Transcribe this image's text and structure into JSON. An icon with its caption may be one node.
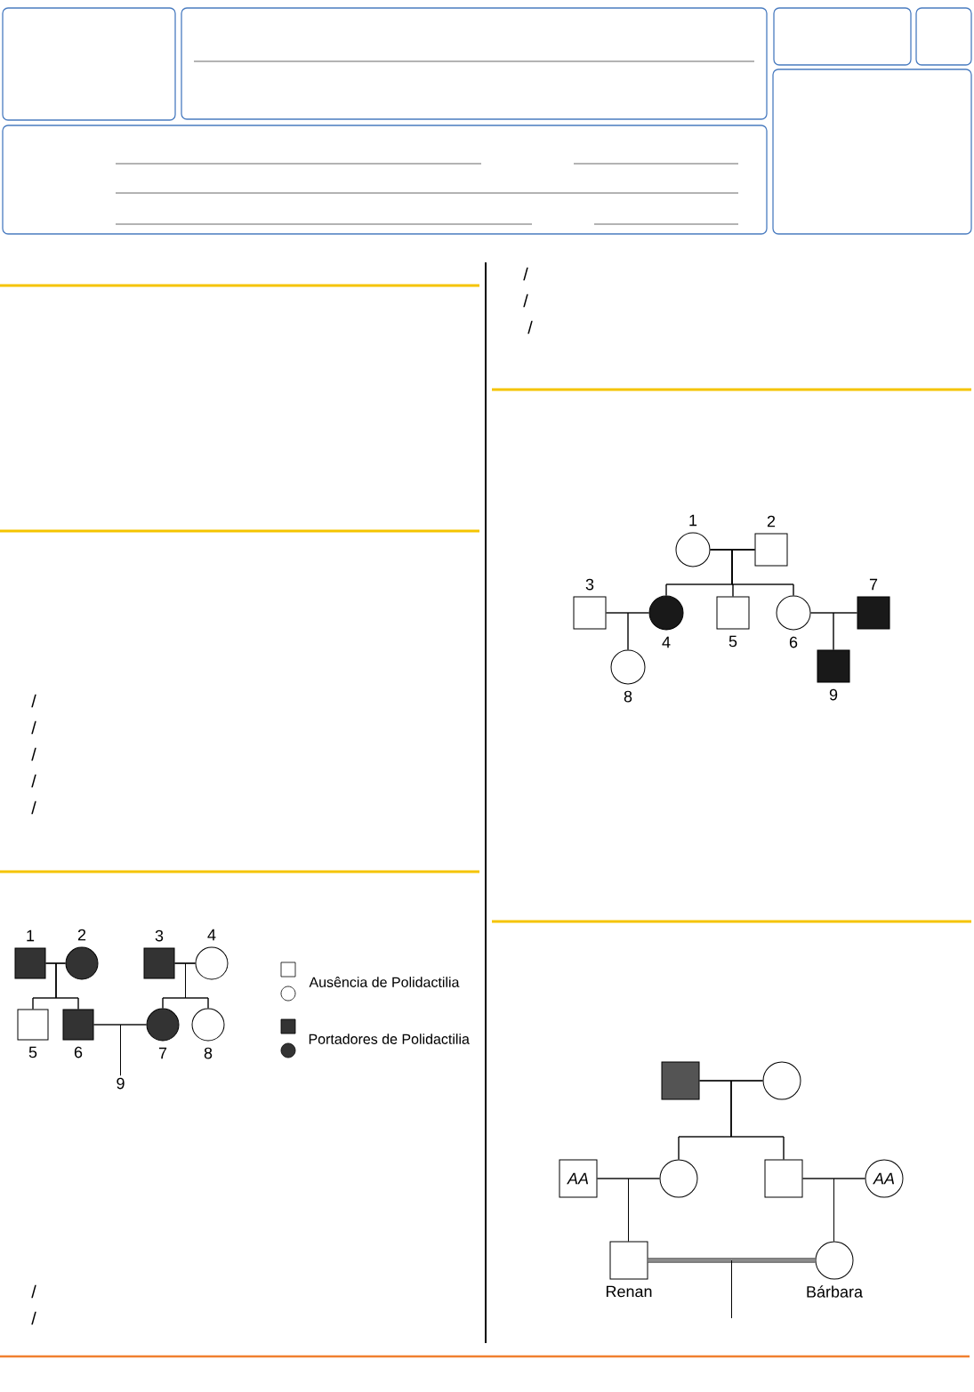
{
  "diagram": {
    "nodes": [
      {
        "text": [],
        "shape": "box",
        "beside": [
          "1"
        ]
      },
      {
        "text": [],
        "shape": "circle",
        "beside": [
          "2"
        ]
      },
      {
        "text": [],
        "shape": "box",
        "beside": [
          "3"
        ]
      },
      {
        "text": [],
        "shape": "circle",
        "beside": [
          "4"
        ]
      },
      {
        "text": [],
        "shape": "box",
        "beside": [
          "5"
        ]
      },
      {
        "text": [],
        "shape": "box",
        "beside": [
          "6"
        ]
      },
      {
        "text": [],
        "shape": "circle",
        "beside": [
          "7"
        ]
      },
      {
        "text": [],
        "shape": "circle",
        "beside": [
          "8"
        ]
      },
      {
        "text": [
          "9"
        ]
      },
      {
        "text": [],
        "shape": "circle",
        "beside": [
          "1"
        ]
      },
      {
        "text": [],
        "shape": "box",
        "beside": [
          "2"
        ]
      },
      {
        "text": [],
        "shape": "box",
        "beside": [
          "3"
        ]
      },
      {
        "text": [],
        "shape": "circle",
        "beside": [
          "4"
        ]
      },
      {
        "text": [],
        "shape": "box",
        "beside": [
          "5"
        ]
      },
      {
        "text": [],
        "shape": "circle",
        "beside": [
          "6"
        ]
      },
      {
        "text": [],
        "shape": "box",
        "beside": [
          "7"
        ]
      },
      {
        "text": [],
        "shape": "circle",
        "beside": [
          "8"
        ]
      },
      {
        "text": [],
        "shape": "box",
        "beside": [
          "9"
        ]
      },
      {
        "text": [],
        "shape": "box"
      },
      {
        "text": [],
        "shape": "circle"
      },
      {
        "text": [
          "AA"
        ]
      },
      {
        "text": [],
        "shape": "circle"
      },
      {
        "text": [],
        "shape": "box"
      },
      {
        "text": [
          "AA"
        ]
      },
      {
        "text": [],
        "shape": "box",
        "beside": [
          "Renan"
        ]
      },
      {
        "text": [],
        "shape": "circle",
        "beside": [
          "Bárbara"
        ]
      }
    ],
    "edges": [
      {
        "from": 0,
        "to": 1,
        "arrow": "none"
      },
      {
        "from": 0,
        "to": 4,
        "arrow": "none"
      },
      {
        "from": 1,
        "to": 4,
        "arrow": "none"
      },
      {
        "from": 0,
        "to": 5,
        "arrow": "none"
      },
      {
        "from": 1,
        "to": 5,
        "arrow": "none"
      },
      {
        "from": 2,
        "to": 3,
        "arrow": "none"
      },
      {
        "from": 2,
        "to": 6,
        "arrow": "none"
      },
      {
        "from": 3,
        "to": 6,
        "arrow": "none"
      },
      {
        "from": 2,
        "to": 7,
        "arrow": "none"
      },
      {
        "from": 3,
        "to": 7,
        "arrow": "none"
      },
      {
        "from": 5,
        "to": 6,
        "arrow": "none"
      },
      {
        "from": 5,
        "to": 8,
        "arrow": "none"
      },
      {
        "from": 6,
        "to": 8,
        "arrow": "none"
      },
      {
        "from": 9,
        "to": 10,
        "arrow": "none"
      },
      {
        "from": 9,
        "to": 12,
        "arrow": "none"
      },
      {
        "from": 10,
        "to": 12,
        "arrow": "none"
      },
      {
        "from": 9,
        "to": 13,
        "arrow": "none"
      },
      {
        "from": 10,
        "to": 13,
        "arrow": "none"
      },
      {
        "from": 9,
        "to": 14,
        "arrow": "none"
      },
      {
        "from": 10,
        "to": 14,
        "arrow": "none"
      },
      {
        "from": 11,
        "to": 12,
        "arrow": "none"
      },
      {
        "from": 11,
        "to": 16,
        "arrow": "none"
      },
      {
        "from": 12,
        "to": 16,
        "arrow": "none"
      },
      {
        "from": 14,
        "to": 15,
        "arrow": "none"
      },
      {
        "from": 14,
        "to": 17,
        "arrow": "none"
      },
      {
        "from": 15,
        "to": 17,
        "arrow": "none"
      },
      {
        "from": 18,
        "to": 19,
        "arrow": "none"
      },
      {
        "from": 18,
        "to": 21,
        "arrow": "none"
      },
      {
        "from": 19,
        "to": 21,
        "arrow": "none"
      },
      {
        "from": 18,
        "to": 22,
        "arrow": "none"
      },
      {
        "from": 19,
        "to": 22,
        "arrow": "none"
      },
      {
        "from": 20,
        "to": 21,
        "arrow": "none"
      },
      {
        "from": 20,
        "to": 24,
        "arrow": "none"
      },
      {
        "from": 21,
        "to": 24,
        "arrow": "none"
      },
      {
        "from": 22,
        "to": 23,
        "arrow": "none"
      },
      {
        "from": 22,
        "to": 25,
        "arrow": "none"
      },
      {
        "from": 23,
        "to": 25,
        "arrow": "none"
      },
      {
        "from": 24,
        "to": 25,
        "arrow": "none",
        "style": "thick"
      },
      {
        "from": 24,
        "to": null,
        "arrow": "none"
      },
      {
        "from": 25,
        "to": null,
        "arrow": "none"
      }
    ],
    "labels": [
      "/",
      "/",
      "/",
      "/",
      "/",
      "/",
      "/",
      "/",
      "/",
      "/"
    ],
    "legend": [
      {
        "text": "Ausência de Polidactilia"
      },
      {
        "text": "Portadores de Polidactilia"
      }
    ]
  }
}
